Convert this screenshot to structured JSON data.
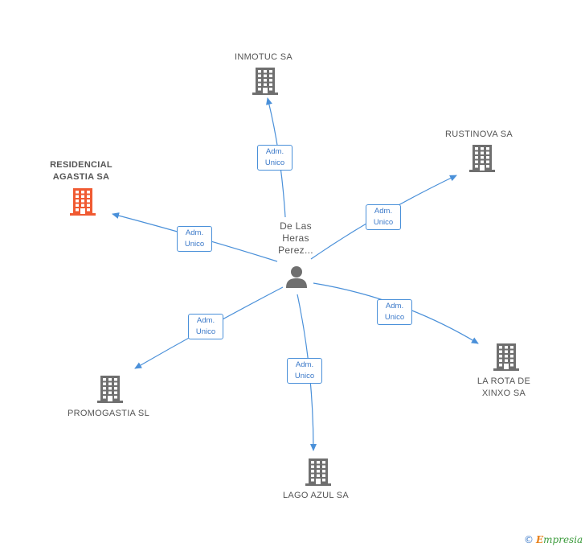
{
  "center": {
    "label": "De Las\nHeras\nPerez...",
    "icon": "person-icon"
  },
  "companies": [
    {
      "id": "inmotuc",
      "label": "INMOTUC SA",
      "highlight": false
    },
    {
      "id": "rustinova",
      "label": "RUSTINOVA SA",
      "highlight": false
    },
    {
      "id": "residencial",
      "label": "RESIDENCIAL\nAGASTIA SA",
      "highlight": true
    },
    {
      "id": "la-rota",
      "label": "LA ROTA DE\nXINXO SA",
      "highlight": false
    },
    {
      "id": "promogastia",
      "label": "PROMOGASTIA SL",
      "highlight": false
    },
    {
      "id": "lago-azul",
      "label": "LAGO AZUL SA",
      "highlight": false
    }
  ],
  "edge_label": "Adm.\nUnico",
  "colors": {
    "edge": "#4a90d9",
    "building": "#6f6f6f",
    "building_highlight": "#f05a32",
    "person": "#6f6f6f"
  },
  "footer": {
    "copyright": "©",
    "brand_e": "E",
    "brand_rest": "mpresia"
  }
}
